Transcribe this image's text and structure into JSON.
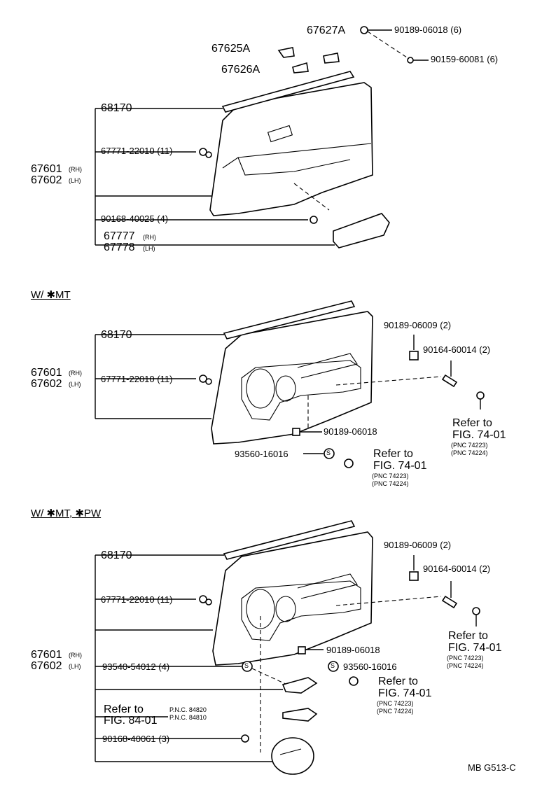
{
  "sections": [
    {
      "heading": ""
    },
    {
      "heading": "W/ ✱MT"
    },
    {
      "heading": "W/ ✱MT, ✱PW"
    }
  ],
  "labels": {
    "p67627A": "67627A",
    "p67625A": "67625A",
    "p67626A": "67626A",
    "p90189_06018_6": "90189-06018 (6)",
    "p90159_60081_6": "90159-60081 (6)",
    "p68170": "68170",
    "p67771_22010_11": "67771-22010 (11)",
    "p67601": "67601",
    "p67602": "67602",
    "rh": "(RH)",
    "lh": "(LH)",
    "p90168_40025_4": "90168-40025 (4)",
    "p67777": "67777",
    "p67778": "67778",
    "p90189_06009_2": "90189-06009 (2)",
    "p90164_60014_2": "90164-60014 (2)",
    "p90189_06018": "90189-06018",
    "p93560_16016": "93560-16016",
    "p93540_54012_4": "93540-54012 (4)",
    "p90168_40061_3": "90168-40061 (3)",
    "refer_to": "Refer to",
    "fig_74_01": "FIG. 74-01",
    "fig_84_01": "FIG. 84-01",
    "pnc_74223": "(PNC 74223)",
    "pnc_74224": "(PNC 74224)",
    "pnc_84820": "P.N.C. 84820",
    "pnc_84810": "P.N.C. 84810",
    "s_mark": "S",
    "code": "MB  G513-C"
  }
}
